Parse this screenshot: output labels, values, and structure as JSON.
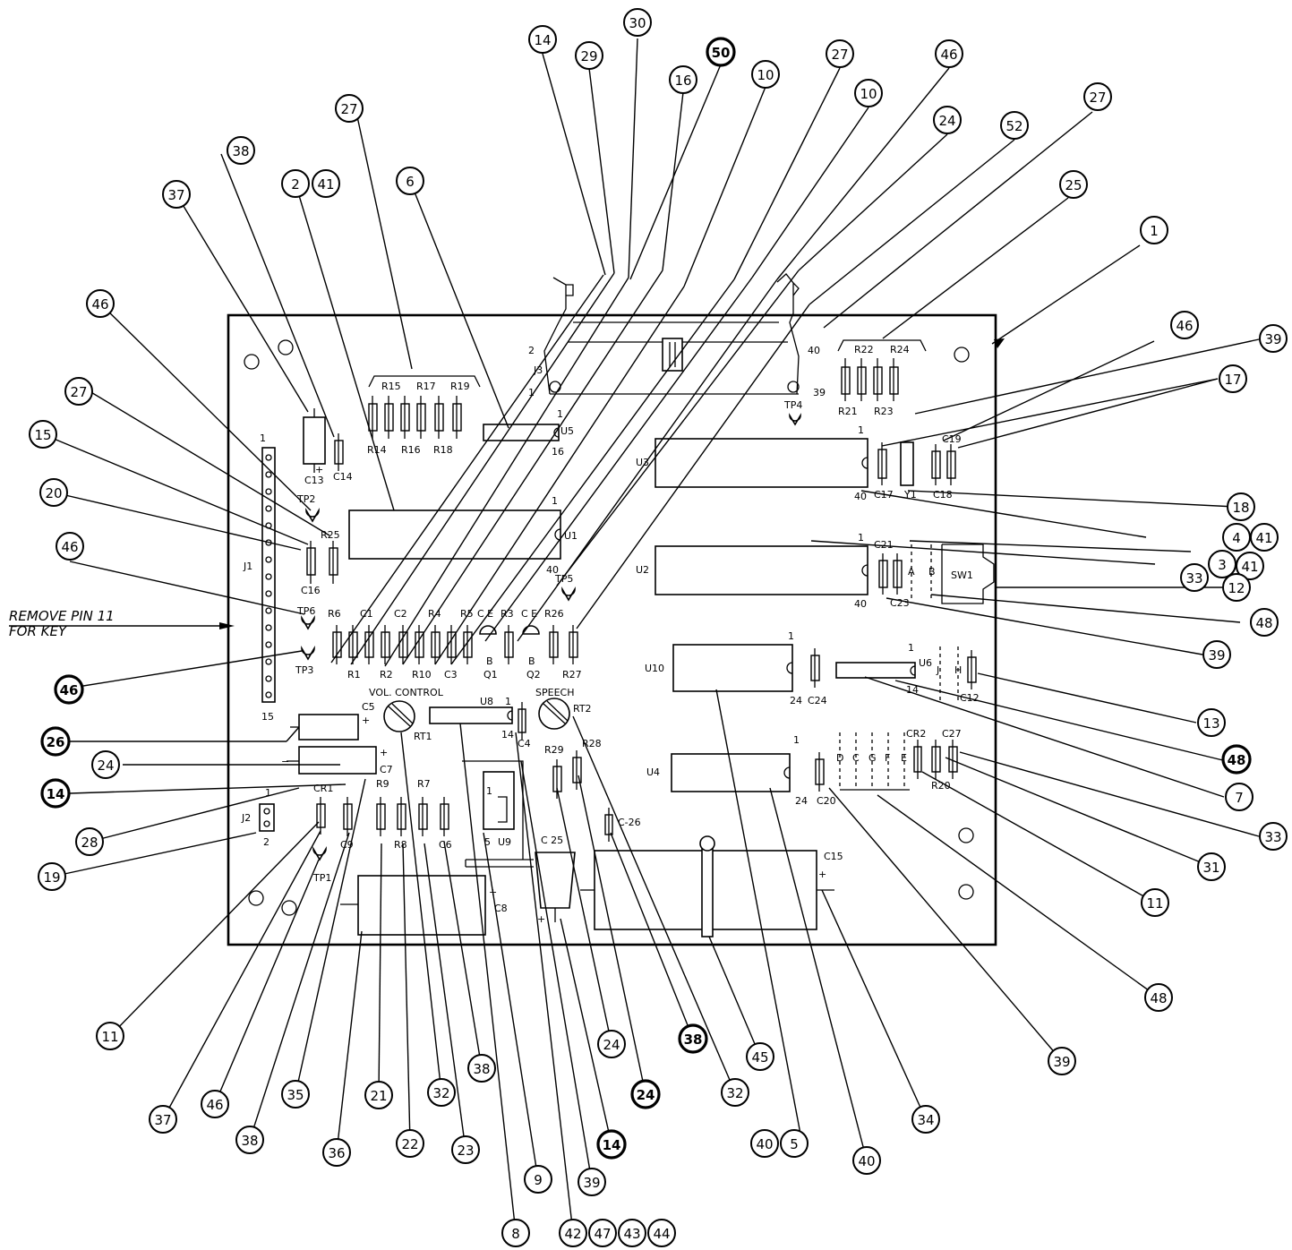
{
  "diagram": {
    "note": [
      "REMOVE PIN 11",
      "FOR KEY"
    ],
    "labels": {
      "J3": "J3",
      "pin2": "2",
      "pin1": "1",
      "pin40": "40",
      "pin39": "39",
      "TP4": "TP4",
      "R15": "R15",
      "R17": "R17",
      "R19": "R19",
      "R14": "R14",
      "R16": "R16",
      "R18": "R18",
      "R22": "R22",
      "R24": "R24",
      "R21": "R21",
      "R23": "R23",
      "U5": "U5",
      "U5_1": "1",
      "U5_16": "16",
      "U3": "U3",
      "U3_1": "1",
      "U3_40": "40",
      "U1": "U1",
      "U1_1": "1",
      "U1_40": "40",
      "U2": "U2",
      "U2_1": "1",
      "U2_40": "40",
      "C17": "C17",
      "C18": "C18",
      "C19": "C19",
      "Y1": "Y1",
      "C21": "C21",
      "C23": "C23",
      "SW1": "SW1",
      "swA": "A",
      "swB": "B",
      "C13": "C13",
      "C14": "C14",
      "TP2": "TP2",
      "R25": "R25",
      "C16": "C16",
      "J1": "J1",
      "J1_1": "1",
      "J1_15": "15",
      "TP6": "TP6",
      "TP3": "TP3",
      "TP5": "TP5",
      "TP1": "TP1",
      "R6": "R6",
      "C1": "C1",
      "C2": "C2",
      "R4": "R4",
      "R5": "R5",
      "R3": "R3",
      "R26": "R26",
      "C_E1": "C E",
      "C_E2": "C E",
      "R1": "R1",
      "R2": "R2",
      "R10": "R10",
      "C3": "C3",
      "Q1_B": "B",
      "Q1": "Q1",
      "Q2_B": "B",
      "Q2": "Q2",
      "R27": "R27",
      "VOL": "VOL. CONTROL",
      "RT1": "RT1",
      "SPEECH": "SPEECH",
      "RT2": "RT2",
      "U8": "U8",
      "U8_1": "1",
      "U8_14": "14",
      "C4": "C4",
      "C5": "C5",
      "C7": "C7",
      "plus": "+",
      "minus": "−",
      "U10": "U10",
      "U10_1": "1",
      "U10_24": "24",
      "C24": "C24",
      "U6": "U6",
      "U6_1": "1",
      "U6_14": "14",
      "swJ": "J",
      "swH": "H",
      "C12": "C12",
      "U4": "U4",
      "U4_1": "1",
      "U4_24": "24",
      "C20": "C20",
      "CR2": "CR2",
      "C27": "C27",
      "R20": "R20",
      "swD": "D",
      "swC": "C",
      "swG": "G",
      "swF": "F",
      "swE": "E",
      "CR1": "CR1",
      "J2": "J2",
      "J2_1": "1",
      "J2_2": "2",
      "R9": "R9",
      "R7": "R7",
      "R8": "R8",
      "C9": "C9",
      "C6": "C6",
      "R29": "R29",
      "R28": "R28",
      "C26": "C-26",
      "C25": "C 25",
      "U9": "U9",
      "U9_1": "1",
      "U9_5": "5",
      "C8": "C8",
      "C15": "C15"
    },
    "callouts": [
      {
        "id": "c1",
        "text": "14"
      },
      {
        "id": "c2",
        "text": "29"
      },
      {
        "id": "c3",
        "text": "30"
      },
      {
        "id": "c4",
        "text": "50",
        "bold": true
      },
      {
        "id": "c5",
        "text": "16"
      },
      {
        "id": "c6",
        "text": "10"
      },
      {
        "id": "c7",
        "text": "27"
      },
      {
        "id": "c8",
        "text": "46"
      },
      {
        "id": "c9",
        "text": "10"
      },
      {
        "id": "c10",
        "text": "24"
      },
      {
        "id": "c11",
        "text": "52"
      },
      {
        "id": "c12",
        "text": "27"
      },
      {
        "id": "c13",
        "text": "25"
      },
      {
        "id": "c14",
        "text": "1"
      },
      {
        "id": "c15",
        "text": "27"
      },
      {
        "id": "c16",
        "text": "38"
      },
      {
        "id": "c17",
        "text": "2"
      },
      {
        "id": "c18",
        "text": "41"
      },
      {
        "id": "c19",
        "text": "6"
      },
      {
        "id": "c20",
        "text": "37"
      },
      {
        "id": "c21",
        "text": "46"
      },
      {
        "id": "c22",
        "text": "39"
      },
      {
        "id": "c23",
        "text": "46"
      },
      {
        "id": "c24",
        "text": "17"
      },
      {
        "id": "c25",
        "text": "27"
      },
      {
        "id": "c26",
        "text": "15"
      },
      {
        "id": "c27",
        "text": "20"
      },
      {
        "id": "c28",
        "text": "46"
      },
      {
        "id": "c29",
        "text": "18"
      },
      {
        "id": "c30",
        "text": "4"
      },
      {
        "id": "c31",
        "text": "41"
      },
      {
        "id": "c32",
        "text": "3"
      },
      {
        "id": "c33",
        "text": "41"
      },
      {
        "id": "c34",
        "text": "33"
      },
      {
        "id": "c35",
        "text": "12"
      },
      {
        "id": "c36",
        "text": "48"
      },
      {
        "id": "c37",
        "text": "39"
      },
      {
        "id": "c38",
        "text": "46",
        "bold": true
      },
      {
        "id": "c39",
        "text": "26",
        "bold": true
      },
      {
        "id": "c40",
        "text": "24"
      },
      {
        "id": "c41",
        "text": "14",
        "bold": true
      },
      {
        "id": "c42",
        "text": "28"
      },
      {
        "id": "c43",
        "text": "19"
      },
      {
        "id": "c44",
        "text": "13"
      },
      {
        "id": "c45",
        "text": "48",
        "bold": true
      },
      {
        "id": "c46",
        "text": "7"
      },
      {
        "id": "c47",
        "text": "33"
      },
      {
        "id": "c48",
        "text": "31"
      },
      {
        "id": "c49",
        "text": "11"
      },
      {
        "id": "c50",
        "text": "48"
      },
      {
        "id": "c51",
        "text": "39"
      },
      {
        "id": "c52",
        "text": "11"
      },
      {
        "id": "c53",
        "text": "37"
      },
      {
        "id": "c54",
        "text": "46"
      },
      {
        "id": "c55",
        "text": "35"
      },
      {
        "id": "c56",
        "text": "38"
      },
      {
        "id": "c57",
        "text": "36"
      },
      {
        "id": "c58",
        "text": "21"
      },
      {
        "id": "c59",
        "text": "22"
      },
      {
        "id": "c60",
        "text": "32"
      },
      {
        "id": "c61",
        "text": "23"
      },
      {
        "id": "c62",
        "text": "38"
      },
      {
        "id": "c63",
        "text": "24"
      },
      {
        "id": "c64",
        "text": "24",
        "bold": true
      },
      {
        "id": "c65",
        "text": "38",
        "bold": true
      },
      {
        "id": "c66",
        "text": "45"
      },
      {
        "id": "c67",
        "text": "32"
      },
      {
        "id": "c68",
        "text": "40"
      },
      {
        "id": "c69",
        "text": "5"
      },
      {
        "id": "c70",
        "text": "40"
      },
      {
        "id": "c71",
        "text": "34"
      },
      {
        "id": "c72",
        "text": "9"
      },
      {
        "id": "c73",
        "text": "39"
      },
      {
        "id": "c74",
        "text": "14",
        "bold": true
      },
      {
        "id": "c75",
        "text": "8"
      },
      {
        "id": "c76",
        "text": "42"
      },
      {
        "id": "c77",
        "text": "47"
      },
      {
        "id": "c78",
        "text": "43"
      },
      {
        "id": "c79",
        "text": "44"
      }
    ]
  }
}
